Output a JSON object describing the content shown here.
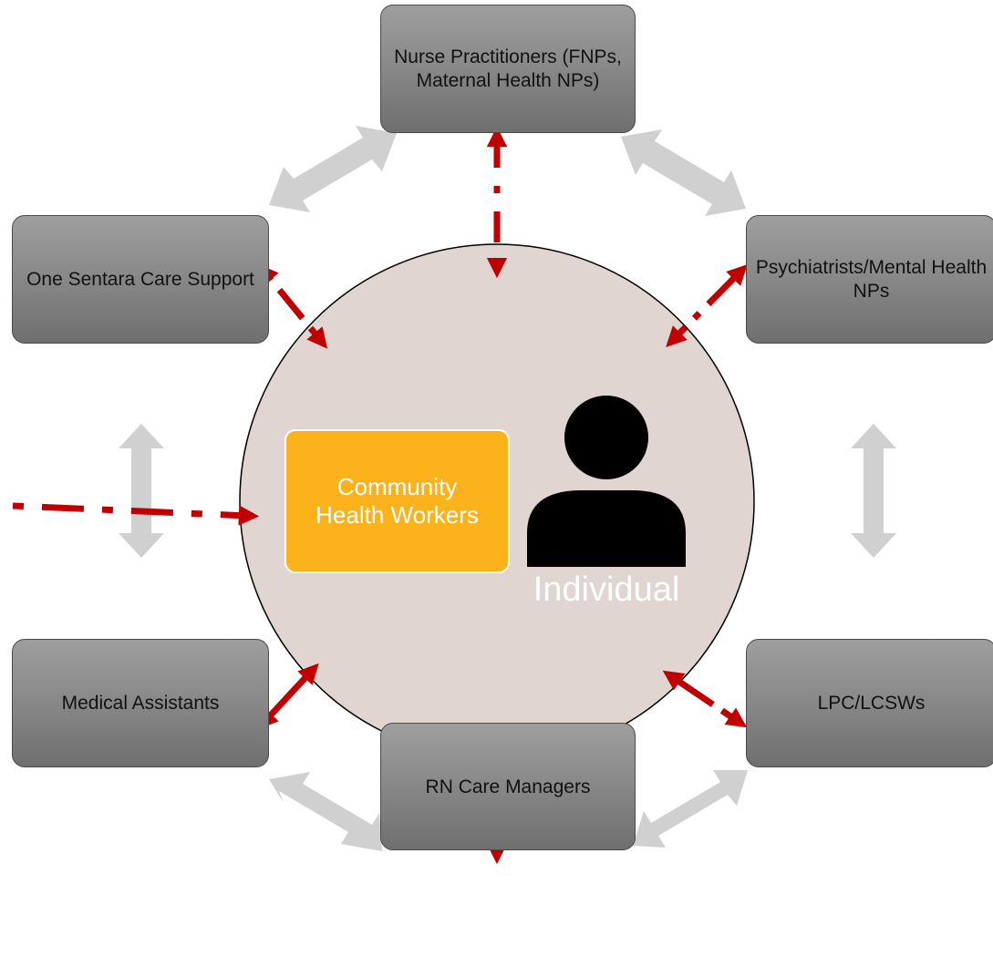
{
  "diagram": {
    "center": {
      "chw_label": "Community Health Workers",
      "individual_label": "Individual",
      "fill_color": "#e0d5d1",
      "chw_color": "#fbb21b"
    },
    "roles": {
      "nurse": "Nurse Practitioners (FNPs, Maternal Health NPs)",
      "one_sentara": "One Sentara Care Support",
      "psychiatrists": "Psychiatrists/Mental Health NPs",
      "medical_assistants": "Medical Assistants",
      "lpc": "LPC/LCSWs",
      "rn_care_managers": "RN Care Managers"
    },
    "colors": {
      "box_fill": "#8a8a8a",
      "connector_red": "#c00000",
      "peer_arrow_gray": "#d0d0d0"
    }
  }
}
